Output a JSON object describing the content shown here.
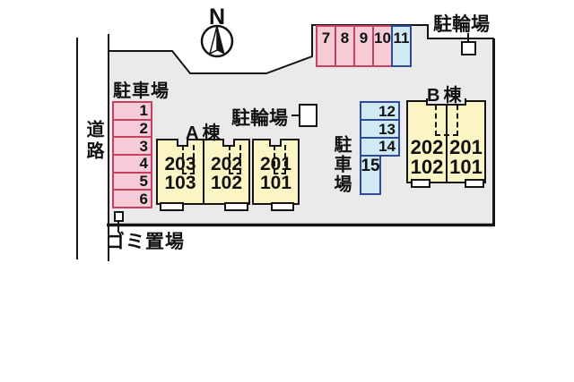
{
  "labels": {
    "compass_n": "N",
    "road": "道路",
    "parking_left": "駐車場",
    "parking_right": "駐車場",
    "bike_top": "駐輪場",
    "bike_mid": "駐輪場",
    "garbage": "ゴミ置場",
    "building_a": "A棟",
    "building_b": "B棟"
  },
  "parking_left_spaces": [
    "1",
    "2",
    "3",
    "4",
    "5",
    "6"
  ],
  "parking_top_spaces": [
    "7",
    "8",
    "9",
    "10",
    "11"
  ],
  "parking_right_spaces": [
    "12",
    "13",
    "14"
  ],
  "parking_right_space15": "15",
  "building_a_units": [
    {
      "upper": "203",
      "lower": "103"
    },
    {
      "upper": "202",
      "lower": "102"
    },
    {
      "upper": "201",
      "lower": "101"
    }
  ],
  "building_b_units": [
    {
      "upper": "202",
      "lower": "102"
    },
    {
      "upper": "201",
      "lower": "101"
    }
  ],
  "colors": {
    "site_fill": "#eaeaea",
    "building_fill": "#fbf5c6",
    "stall_pink_fill": "#f4cbd7",
    "stall_pink_border": "#c6405f",
    "stall_blue_fill": "#cfe9f5",
    "stall_blue_border": "#2e4a9b",
    "line": "#141414"
  }
}
